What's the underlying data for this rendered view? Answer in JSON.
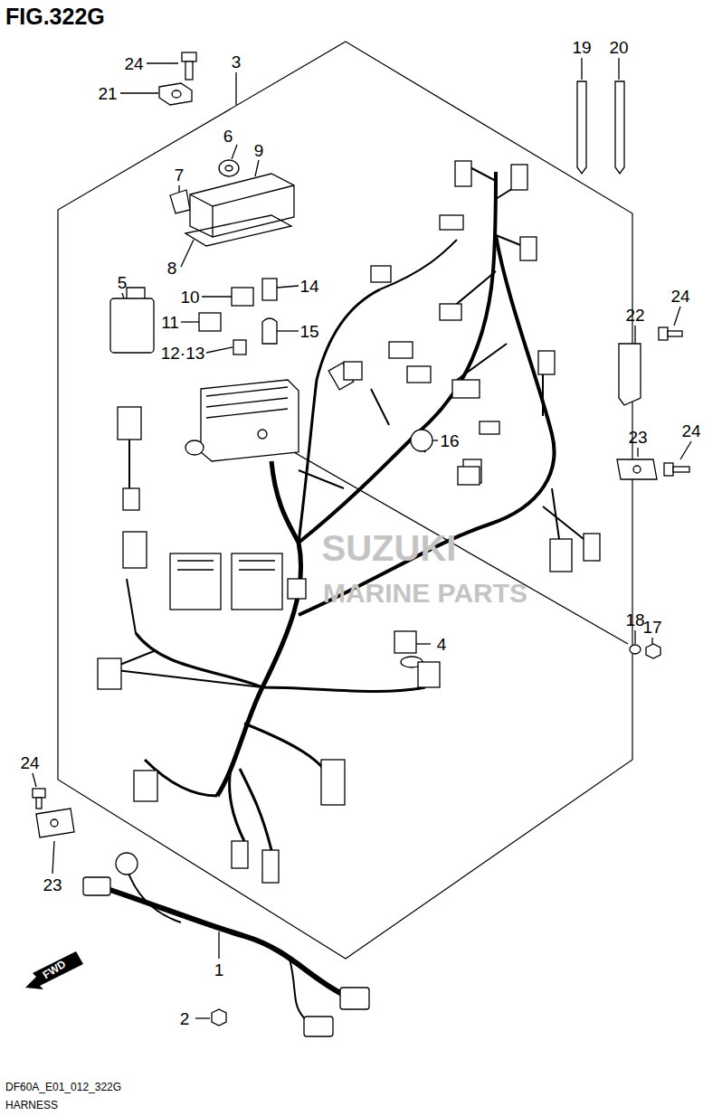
{
  "diagram": {
    "title": "FIG.322G",
    "caption": "DF60A_E01_012_322G",
    "labels": [
      "24",
      "3",
      "21",
      "6",
      "9",
      "7",
      "19",
      "20",
      "5",
      "8",
      "10",
      "14",
      "11",
      "15",
      "12·13",
      "16",
      "22",
      "24",
      "23",
      "24",
      "4",
      "18",
      "17",
      "24",
      "23",
      "1",
      "2",
      "SUZUKI",
      "MARINE PARTS",
      "FWD",
      "HARNESS"
    ]
  }
}
